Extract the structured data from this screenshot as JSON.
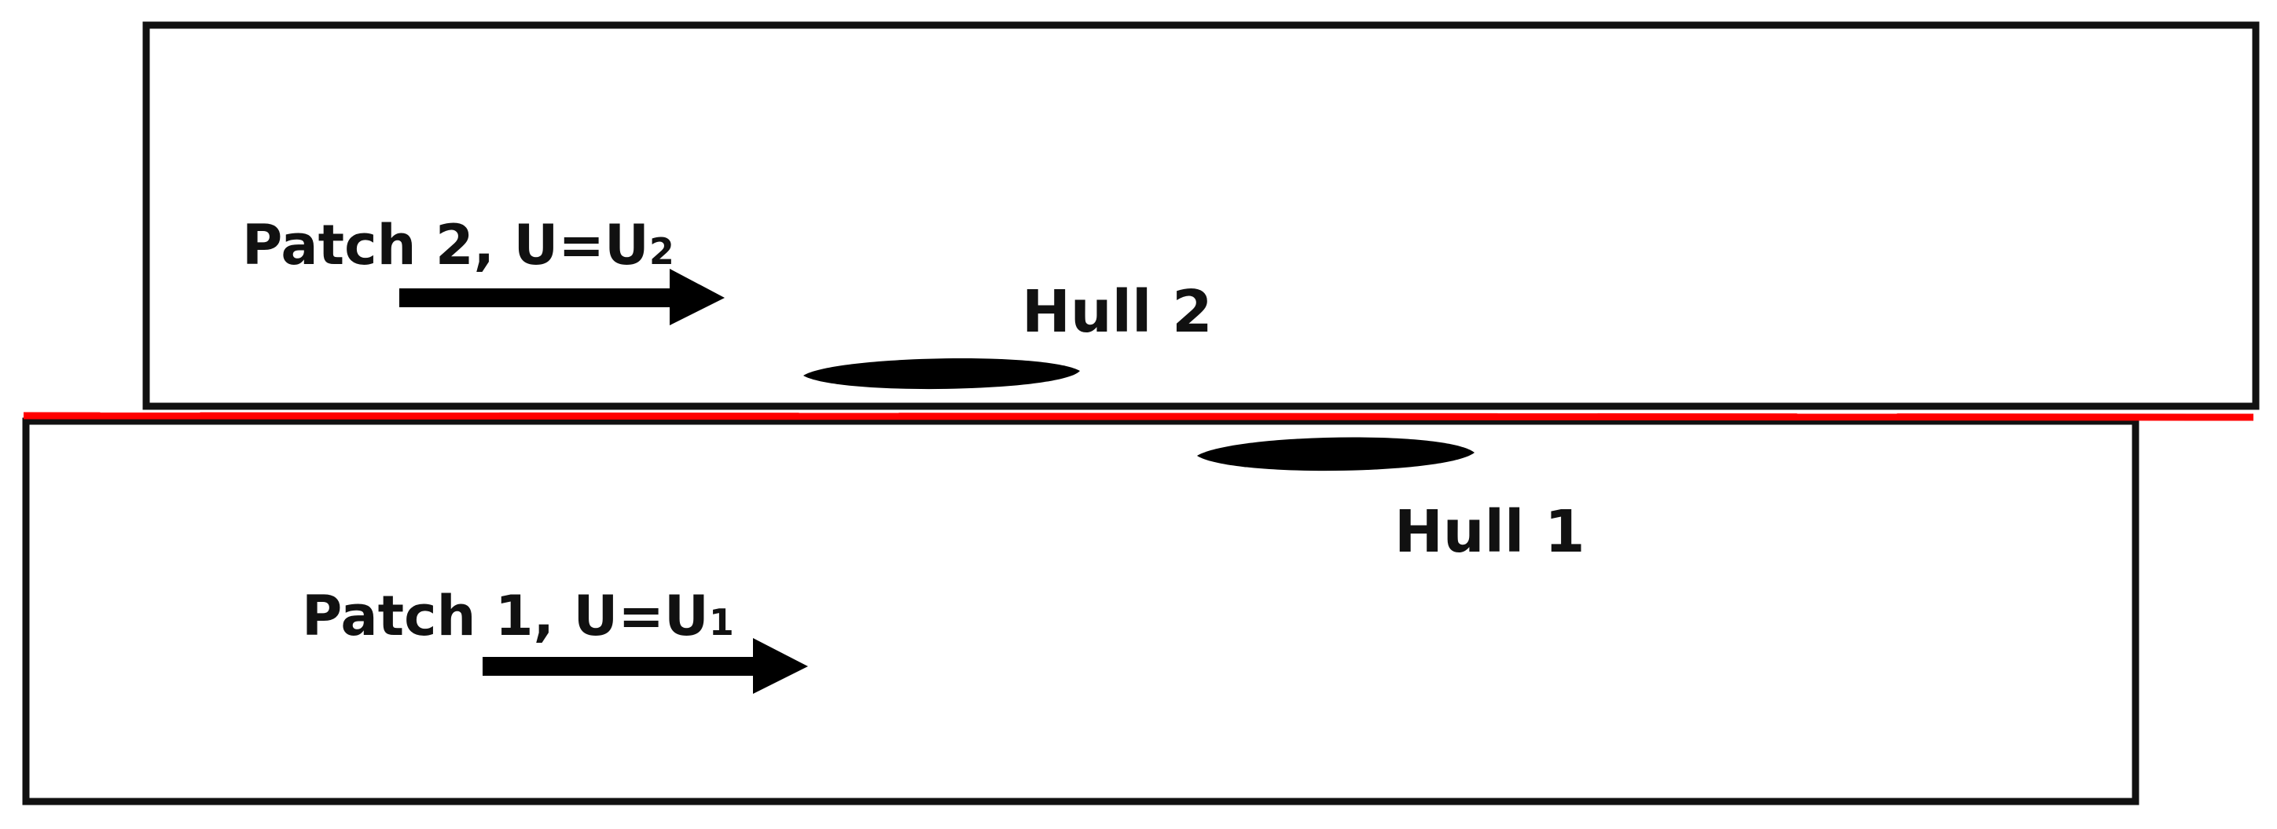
{
  "patches": [
    {
      "id": "patch-2",
      "label_prefix": "Patch 2, U=U",
      "subscript": "2"
    },
    {
      "id": "patch-1",
      "label_prefix": "Patch 1, U=U",
      "subscript": "1"
    }
  ],
  "hulls": [
    {
      "id": "hull-2",
      "label": "Hull 2"
    },
    {
      "id": "hull-1",
      "label": "Hull 1"
    }
  ],
  "colors": {
    "outline": "#111111",
    "interface": "#ff0000",
    "hull": "#000000",
    "arrow": "#000000"
  },
  "icons": {
    "flow_arrow": "right-arrow-icon"
  }
}
